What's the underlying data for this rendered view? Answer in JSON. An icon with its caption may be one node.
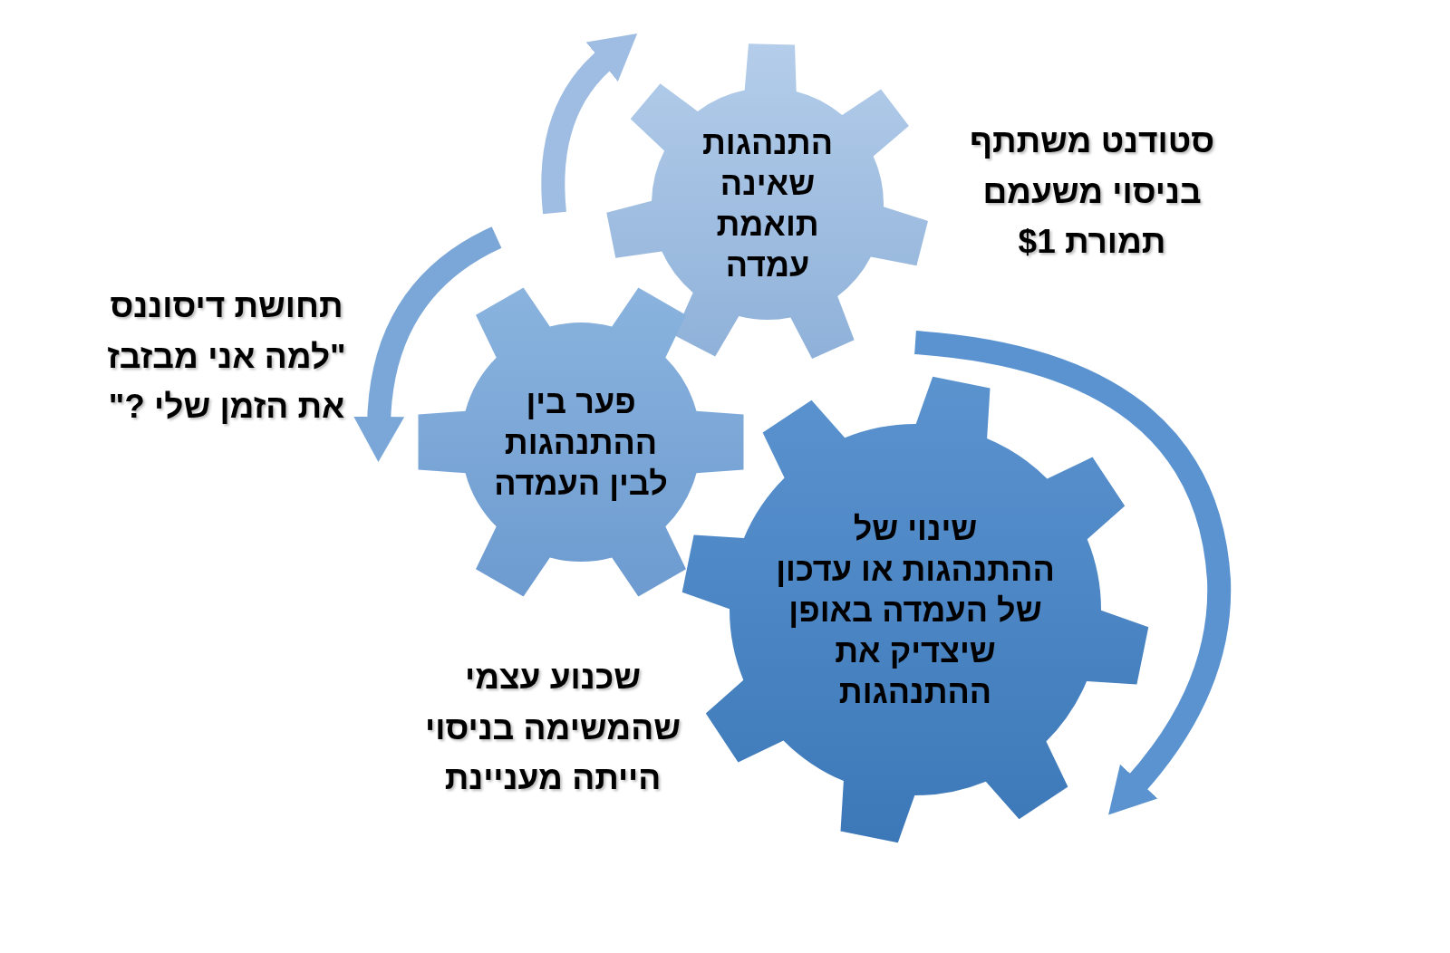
{
  "diagram": {
    "nodes": [
      {
        "text": [
          "התנהגות שאינה תואמת עמדה"
        ]
      },
      {
        "text": [
          "פער בין ההתנהגות לבין העמדה"
        ]
      },
      {
        "text": [
          "שינוי של ההתנהגות או עדכון של העמדה באופן שיצדיק את ההתנהגות"
        ]
      }
    ],
    "labels": [
      "סטודנט משתתף בניסוי משעמם תמורת $1",
      "תחושת דיסוננס \"למה אני מבזבז את הזמן שלי ?\"",
      "שכנוע עצמי שהמשימה בניסוי הייתה מעניינת"
    ]
  }
}
